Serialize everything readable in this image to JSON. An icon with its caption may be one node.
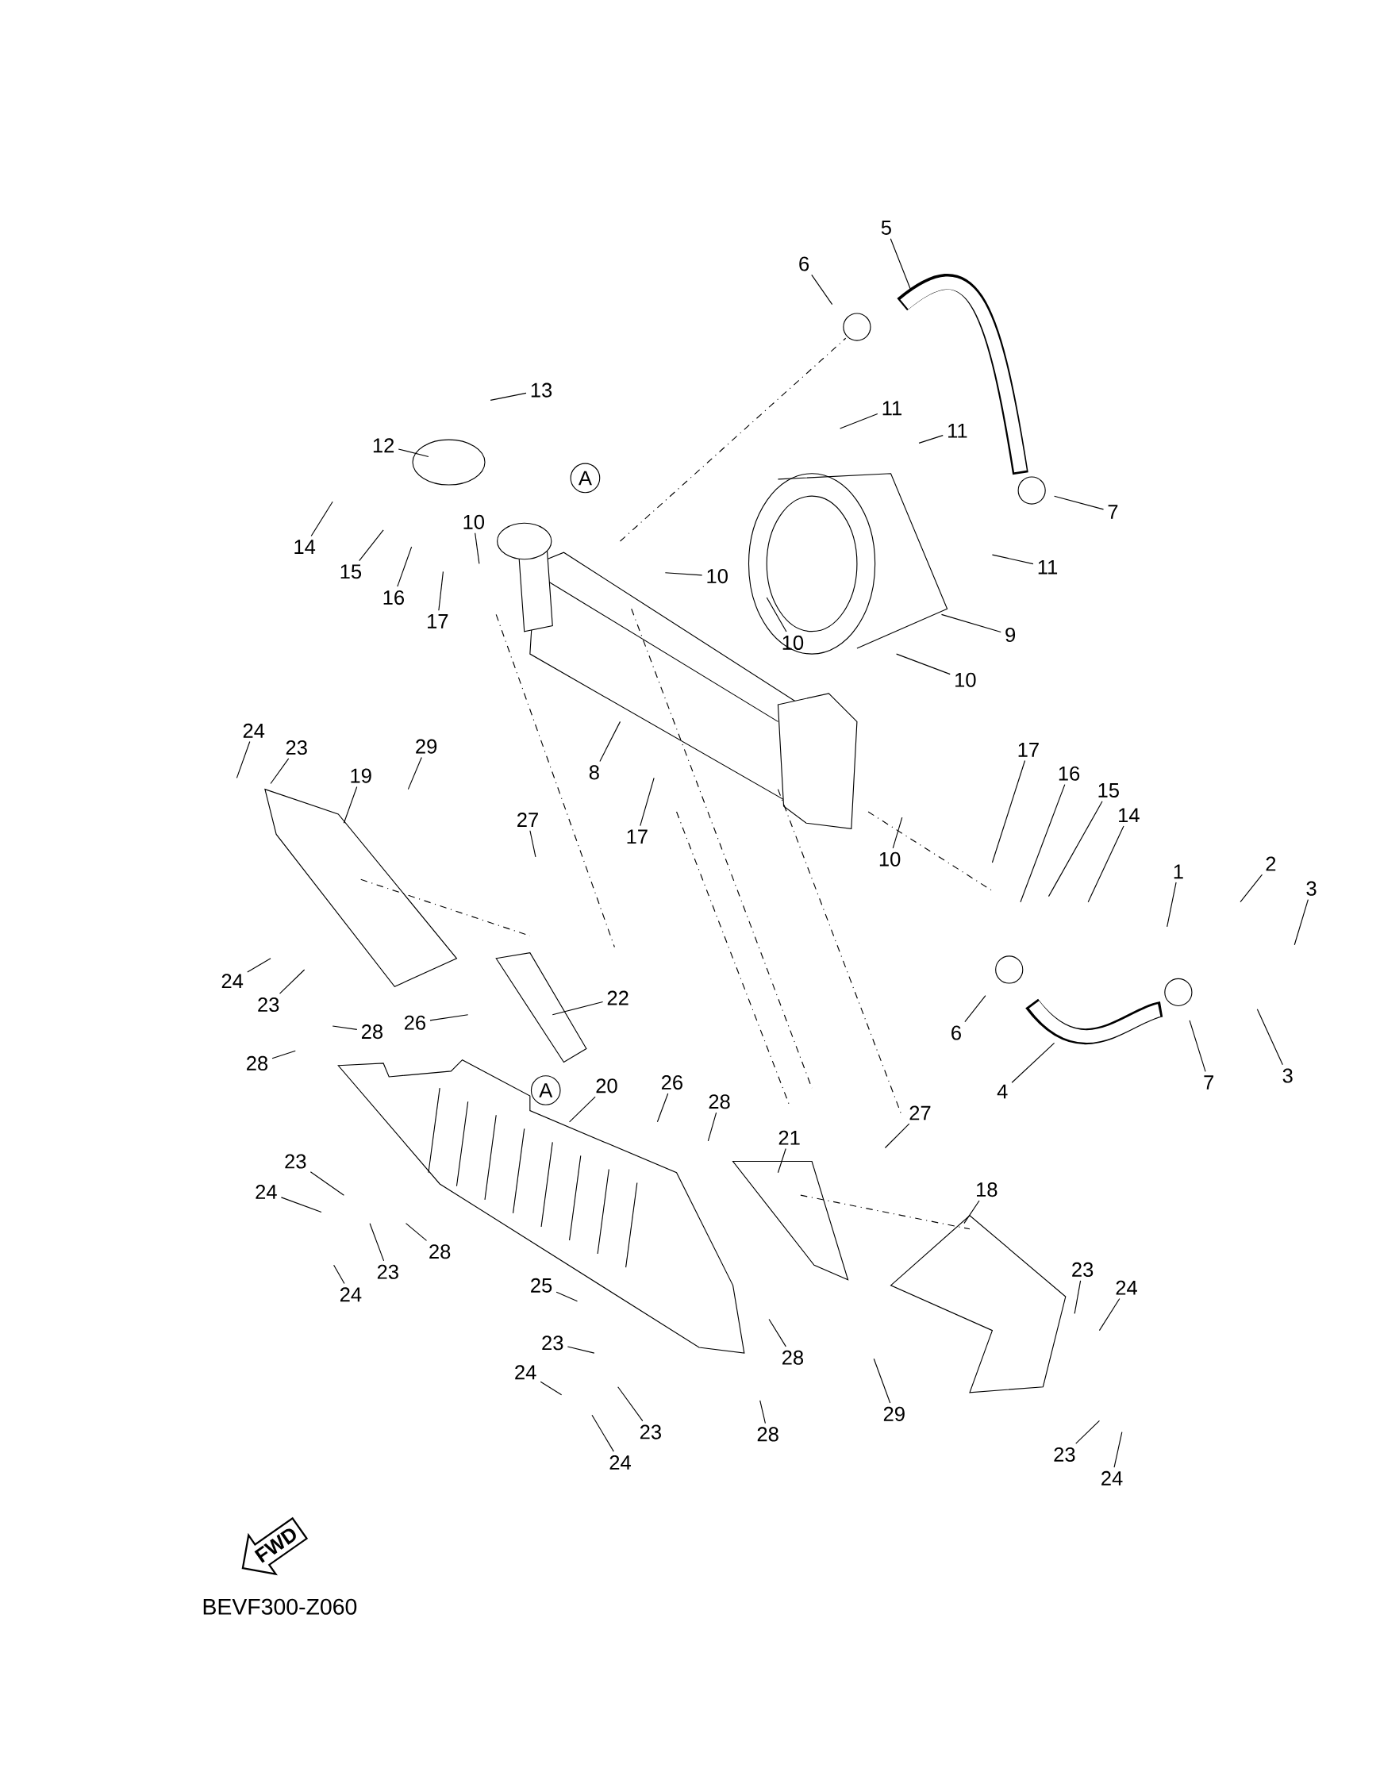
{
  "diagram": {
    "nodes": [
      {
        "text": [
          "5"
        ]
      },
      {
        "text": [
          "6"
        ]
      },
      {
        "text": [
          "13"
        ]
      },
      {
        "text": [
          "11"
        ]
      },
      {
        "text": [
          "11"
        ]
      },
      {
        "text": [
          "12"
        ]
      },
      {
        "text": [
          "A"
        ]
      },
      {
        "text": [
          "7"
        ]
      },
      {
        "text": [
          "10"
        ]
      },
      {
        "text": [
          "14"
        ]
      },
      {
        "text": [
          "11"
        ]
      },
      {
        "text": [
          "15"
        ]
      },
      {
        "text": [
          "10"
        ]
      },
      {
        "text": [
          "16"
        ]
      },
      {
        "text": [
          "17"
        ]
      },
      {
        "text": [
          "9"
        ]
      },
      {
        "text": [
          "10"
        ]
      },
      {
        "text": [
          "10"
        ]
      },
      {
        "text": [
          "24"
        ]
      },
      {
        "text": [
          "23"
        ]
      },
      {
        "text": [
          "29"
        ]
      },
      {
        "text": [
          "17"
        ]
      },
      {
        "text": [
          "8"
        ]
      },
      {
        "text": [
          "19"
        ]
      },
      {
        "text": [
          "16"
        ]
      },
      {
        "text": [
          "15"
        ]
      },
      {
        "text": [
          "14"
        ]
      },
      {
        "text": [
          "27"
        ]
      },
      {
        "text": [
          "17"
        ]
      },
      {
        "text": [
          "10"
        ]
      },
      {
        "text": [
          "2"
        ]
      },
      {
        "text": [
          "1"
        ]
      },
      {
        "text": [
          "3"
        ]
      },
      {
        "text": [
          "24"
        ]
      },
      {
        "text": [
          "22"
        ]
      },
      {
        "text": [
          "23"
        ]
      },
      {
        "text": [
          "26"
        ]
      },
      {
        "text": [
          "28"
        ]
      },
      {
        "text": [
          "6"
        ]
      },
      {
        "text": [
          "28"
        ]
      },
      {
        "text": [
          "3"
        ]
      },
      {
        "text": [
          "7"
        ]
      },
      {
        "text": [
          "26"
        ]
      },
      {
        "text": [
          "20"
        ]
      },
      {
        "text": [
          "A"
        ]
      },
      {
        "text": [
          "4"
        ]
      },
      {
        "text": [
          "28"
        ]
      },
      {
        "text": [
          "27"
        ]
      },
      {
        "text": [
          "21"
        ]
      },
      {
        "text": [
          "23"
        ]
      },
      {
        "text": [
          "18"
        ]
      },
      {
        "text": [
          "24"
        ]
      },
      {
        "text": [
          "28"
        ]
      },
      {
        "text": [
          "23"
        ]
      },
      {
        "text": [
          "23"
        ]
      },
      {
        "text": [
          "25"
        ]
      },
      {
        "text": [
          "24"
        ]
      },
      {
        "text": [
          "24"
        ]
      },
      {
        "text": [
          "23"
        ]
      },
      {
        "text": [
          "28"
        ]
      },
      {
        "text": [
          "24"
        ]
      },
      {
        "text": [
          "29"
        ]
      },
      {
        "text": [
          "28"
        ]
      },
      {
        "text": [
          "23"
        ]
      },
      {
        "text": [
          "23"
        ]
      },
      {
        "text": [
          "24"
        ]
      },
      {
        "text": [
          "24"
        ]
      },
      {
        "text": [
          "FWD"
        ]
      }
    ],
    "edges": [
      {
        "from": 0,
        "to": null,
        "arrow": "none"
      },
      {
        "from": 1,
        "to": null,
        "arrow": "none"
      },
      {
        "from": 2,
        "to": null,
        "arrow": "none"
      },
      {
        "from": 3,
        "to": null,
        "arrow": "none"
      },
      {
        "from": 4,
        "to": null,
        "arrow": "none"
      },
      {
        "from": 5,
        "to": null,
        "arrow": "none"
      },
      {
        "from": 7,
        "to": null,
        "arrow": "none"
      },
      {
        "from": 8,
        "to": null,
        "arrow": "none"
      },
      {
        "from": 9,
        "to": null,
        "arrow": "none"
      },
      {
        "from": 10,
        "to": null,
        "arrow": "none"
      },
      {
        "from": 11,
        "to": null,
        "arrow": "none"
      },
      {
        "from": 12,
        "to": null,
        "arrow": "none"
      },
      {
        "from": 13,
        "to": null,
        "arrow": "none"
      },
      {
        "from": 14,
        "to": null,
        "arrow": "none"
      },
      {
        "from": 15,
        "to": null,
        "arrow": "none"
      },
      {
        "from": 16,
        "to": null,
        "arrow": "none"
      },
      {
        "from": 17,
        "to": null,
        "arrow": "none"
      },
      {
        "from": 18,
        "to": null,
        "arrow": "none"
      },
      {
        "from": 19,
        "to": null,
        "arrow": "none"
      },
      {
        "from": 20,
        "to": null,
        "arrow": "none"
      },
      {
        "from": 21,
        "to": null,
        "arrow": "none"
      },
      {
        "from": 22,
        "to": null,
        "arrow": "none"
      },
      {
        "from": 23,
        "to": null,
        "arrow": "none"
      },
      {
        "from": 24,
        "to": null,
        "arrow": "none"
      },
      {
        "from": 25,
        "to": null,
        "arrow": "none"
      },
      {
        "from": 26,
        "to": null,
        "arrow": "none"
      },
      {
        "from": 27,
        "to": null,
        "arrow": "none"
      },
      {
        "from": 28,
        "to": null,
        "arrow": "none"
      },
      {
        "from": 29,
        "to": null,
        "arrow": "none"
      },
      {
        "from": 30,
        "to": null,
        "arrow": "none"
      },
      {
        "from": 31,
        "to": null,
        "arrow": "none"
      },
      {
        "from": 32,
        "to": null,
        "arrow": "none"
      },
      {
        "from": 33,
        "to": null,
        "arrow": "none"
      },
      {
        "from": 34,
        "to": null,
        "arrow": "none"
      },
      {
        "from": 35,
        "to": null,
        "arrow": "none"
      },
      {
        "from": 36,
        "to": null,
        "arrow": "none"
      },
      {
        "from": 37,
        "to": null,
        "arrow": "none"
      },
      {
        "from": 38,
        "to": null,
        "arrow": "none"
      },
      {
        "from": 39,
        "to": null,
        "arrow": "none"
      },
      {
        "from": 40,
        "to": null,
        "arrow": "none"
      },
      {
        "from": 41,
        "to": null,
        "arrow": "none"
      },
      {
        "from": 42,
        "to": null,
        "arrow": "none"
      },
      {
        "from": 43,
        "to": null,
        "arrow": "none"
      },
      {
        "from": 45,
        "to": null,
        "arrow": "none"
      },
      {
        "from": 46,
        "to": null,
        "arrow": "none"
      },
      {
        "from": 47,
        "to": null,
        "arrow": "none"
      },
      {
        "from": 48,
        "to": null,
        "arrow": "none"
      },
      {
        "from": 49,
        "to": null,
        "arrow": "none"
      },
      {
        "from": 50,
        "to": null,
        "arrow": "none"
      },
      {
        "from": 51,
        "to": null,
        "arrow": "none"
      },
      {
        "from": 52,
        "to": null,
        "arrow": "none"
      },
      {
        "from": 53,
        "to": null,
        "arrow": "none"
      },
      {
        "from": 54,
        "to": null,
        "arrow": "none"
      },
      {
        "from": 55,
        "to": null,
        "arrow": "none"
      },
      {
        "from": 56,
        "to": null,
        "arrow": "none"
      },
      {
        "from": 57,
        "to": null,
        "arrow": "none"
      },
      {
        "from": 58,
        "to": null,
        "arrow": "none"
      },
      {
        "from": 59,
        "to": null,
        "arrow": "none"
      },
      {
        "from": 60,
        "to": null,
        "arrow": "none"
      },
      {
        "from": 61,
        "to": null,
        "arrow": "none"
      },
      {
        "from": 62,
        "to": null,
        "arrow": "none"
      },
      {
        "from": 63,
        "to": null,
        "arrow": "none"
      },
      {
        "from": 64,
        "to": null,
        "arrow": "none"
      },
      {
        "from": 65,
        "to": null,
        "arrow": "none"
      },
      {
        "from": 66,
        "to": null,
        "arrow": "none"
      }
    ],
    "labels": [
      "BEVF300-Z060"
    ]
  }
}
